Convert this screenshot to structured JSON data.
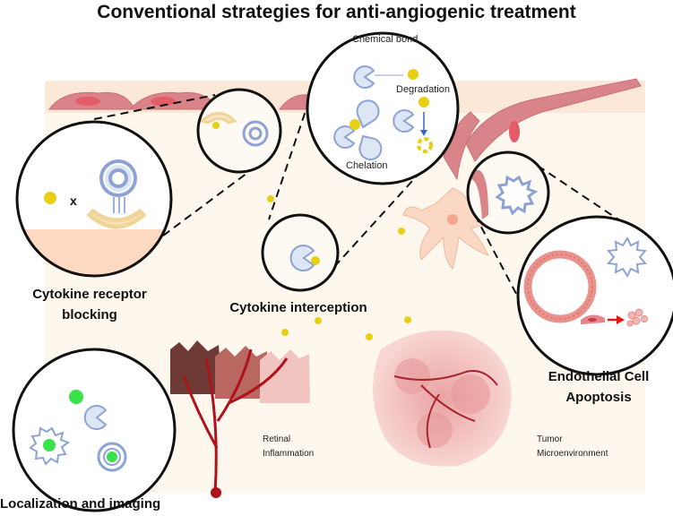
{
  "title": "Conventional strategies for anti-angiogenic treatment",
  "labels": {
    "receptor_blocking_1": "Cytokine receptor",
    "receptor_blocking_2": "blocking",
    "interception": "Cytokine interception",
    "apoptosis_1": "Endothelial Cell",
    "apoptosis_2": "Apoptosis",
    "imaging": "Localization and imaging",
    "retinal_1": "Retinal",
    "retinal_2": "Inflammation",
    "tumor_1": "Tumor",
    "tumor_2": "Microenvironment"
  },
  "inset": {
    "chemical_bond": "Chemical bond",
    "degradation": "Degradation",
    "chelation": "Chelation",
    "x_mark": "x"
  },
  "colors": {
    "yellow": "#e8cf14",
    "receptor": "#8ea3d4",
    "cell": "#d97a80",
    "bg": "#fdf6ea"
  }
}
